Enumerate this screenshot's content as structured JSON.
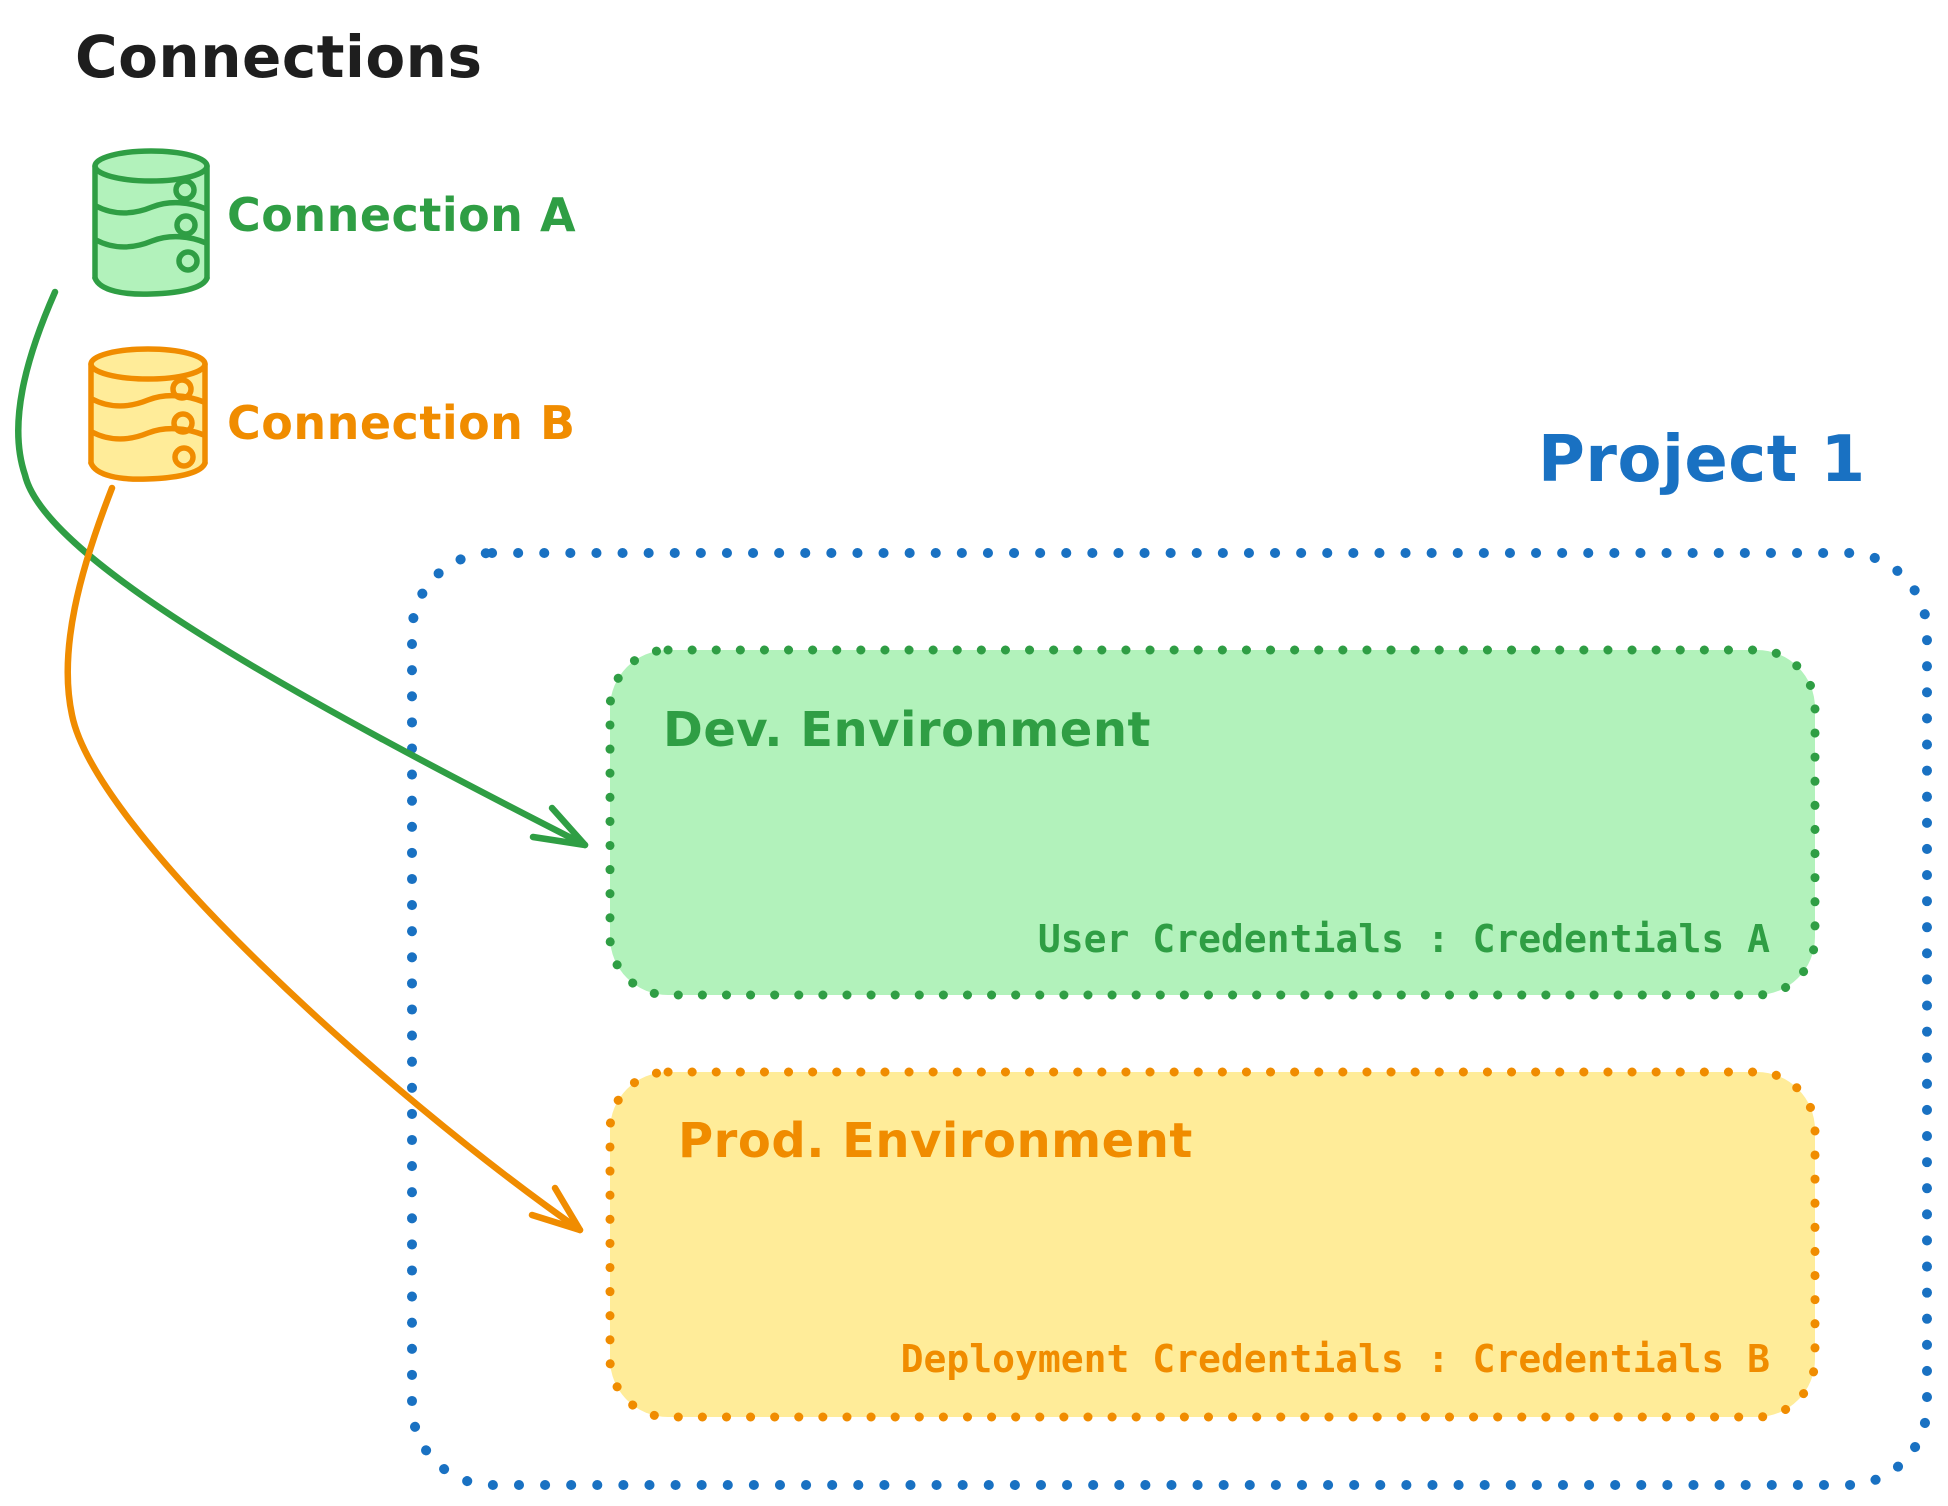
{
  "colors": {
    "ink": "#1e1e1e",
    "green": "#2f9e44",
    "green_fill": "#b2f2bb",
    "orange": "#f08c00",
    "orange_fill": "#ffec99",
    "blue": "#1971c2",
    "background": "#ffffff"
  },
  "connections_panel": {
    "title": "Connections",
    "items": [
      {
        "label": "Connection A",
        "color": "#2f9e44",
        "icon": "database-icon"
      },
      {
        "label": "Connection B",
        "color": "#f08c00",
        "icon": "database-icon"
      }
    ]
  },
  "project": {
    "title": "Project 1",
    "environments": [
      {
        "name": "Dev. Environment",
        "credentials": "User Credentials : Credentials A"
      },
      {
        "name": "Prod. Environment",
        "credentials": "Deployment Credentials : Credentials B"
      }
    ]
  },
  "arrows": [
    {
      "from": "Connection A",
      "to": "Dev. Environment",
      "color": "#2f9e44"
    },
    {
      "from": "Connection B",
      "to": "Prod. Environment",
      "color": "#f08c00"
    }
  ]
}
